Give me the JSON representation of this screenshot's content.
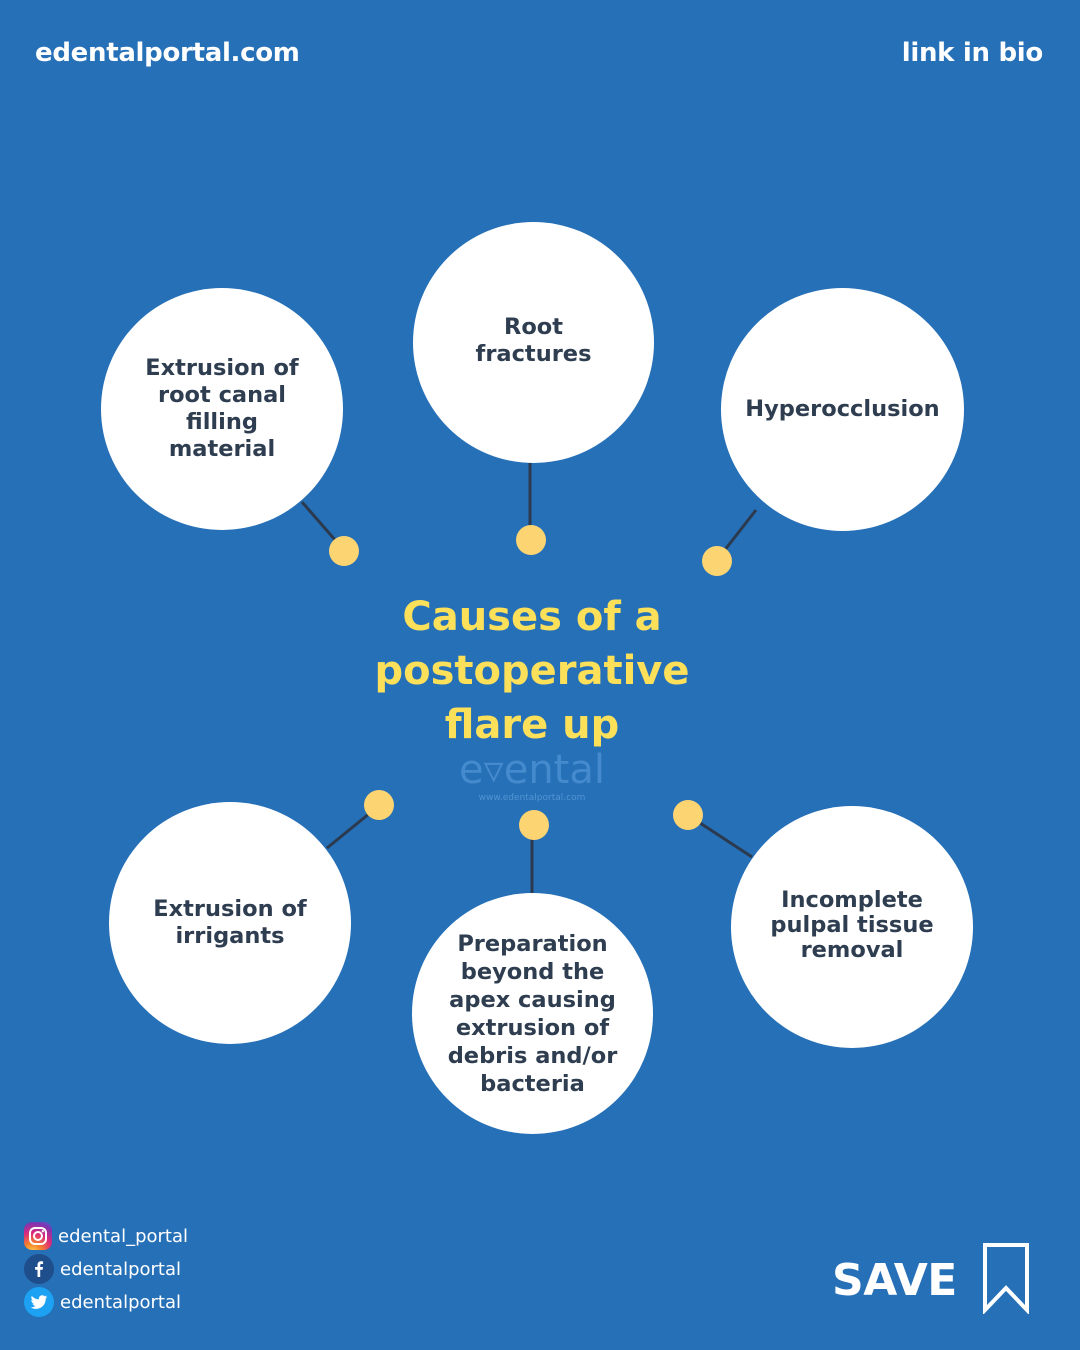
{
  "header": {
    "site": "edentalportal.com",
    "link": "link in bio"
  },
  "title": {
    "lines": [
      "Causes of a",
      "postoperative",
      "flare up"
    ]
  },
  "watermark": {
    "logo": "e▿ental",
    "url": "www.edentalportal.com"
  },
  "causes": [
    {
      "id": "root-canal",
      "text": "Extrusion of\nroot canal\nfilling\nmaterial"
    },
    {
      "id": "root-fractures",
      "text": "Root\nfractures"
    },
    {
      "id": "hyperocclusion",
      "text": "Hyperocclusion"
    },
    {
      "id": "irrigants",
      "text": "Extrusion of\nirrigants"
    },
    {
      "id": "apex",
      "text": "Preparation\nbeyond the\napex causing\nextrusion of\ndebris and/or\nbacteria"
    },
    {
      "id": "pulpal",
      "text": "Incomplete\npulpal tissue\nremoval"
    }
  ],
  "social": {
    "instagram": "edental_portal",
    "facebook": "edentalportal",
    "twitter": "edentalportal"
  },
  "icons": {
    "instagram": "instagram-icon",
    "facebook": "facebook-icon",
    "twitter": "twitter-icon",
    "bookmark": "bookmark-icon"
  },
  "save": "SAVE",
  "colors": {
    "background": "#2670b8",
    "title": "#fde05a",
    "dot": "#fcd472",
    "circle_text": "#2e3d4f",
    "connector": "#2b3a4e"
  }
}
